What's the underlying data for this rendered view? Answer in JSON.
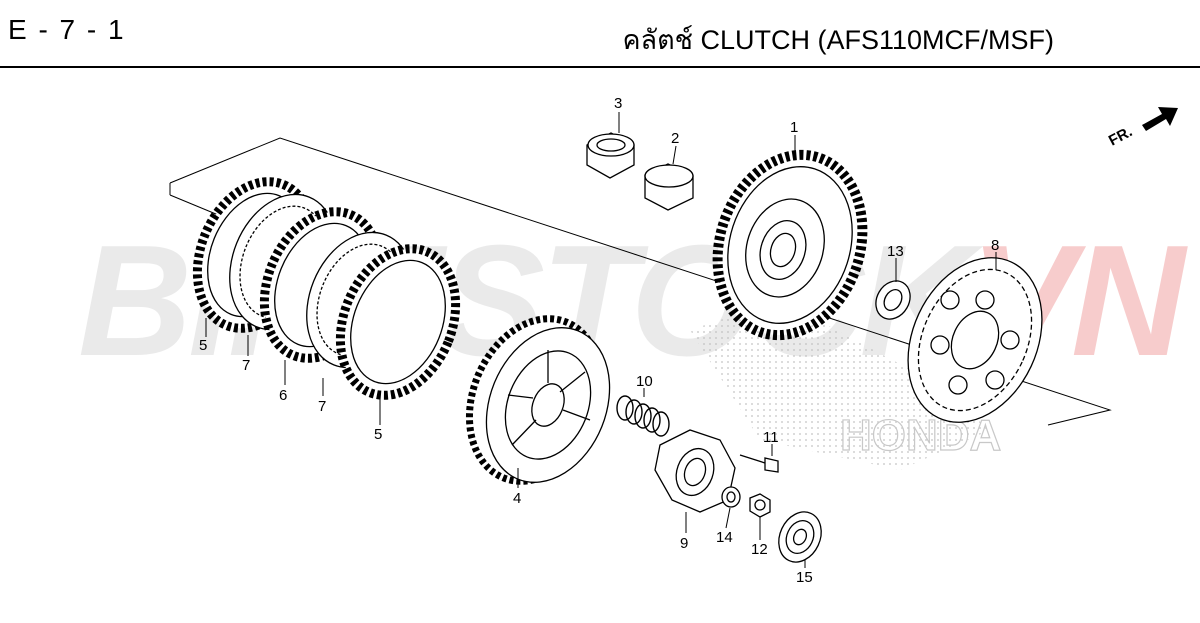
{
  "header": {
    "page_code": "E - 7 - 1",
    "title": "คลัตช์  CLUTCH (AFS110MCF/MSF)"
  },
  "watermark": {
    "text_gray": "BIKESTOCK",
    "text_red": "VN",
    "text_small": "HONDA",
    "accent": "#dc2828"
  },
  "orientation": {
    "label": "FR."
  },
  "callouts": {
    "c1": "1",
    "c2": "2",
    "c3": "3",
    "c4": "4",
    "c5a": "5",
    "c5b": "5",
    "c6": "6",
    "c7a": "7",
    "c7b": "7",
    "c8": "8",
    "c9": "9",
    "c10": "10",
    "c11": "11",
    "c12": "12",
    "c13": "13",
    "c14": "14",
    "c15": "15"
  }
}
